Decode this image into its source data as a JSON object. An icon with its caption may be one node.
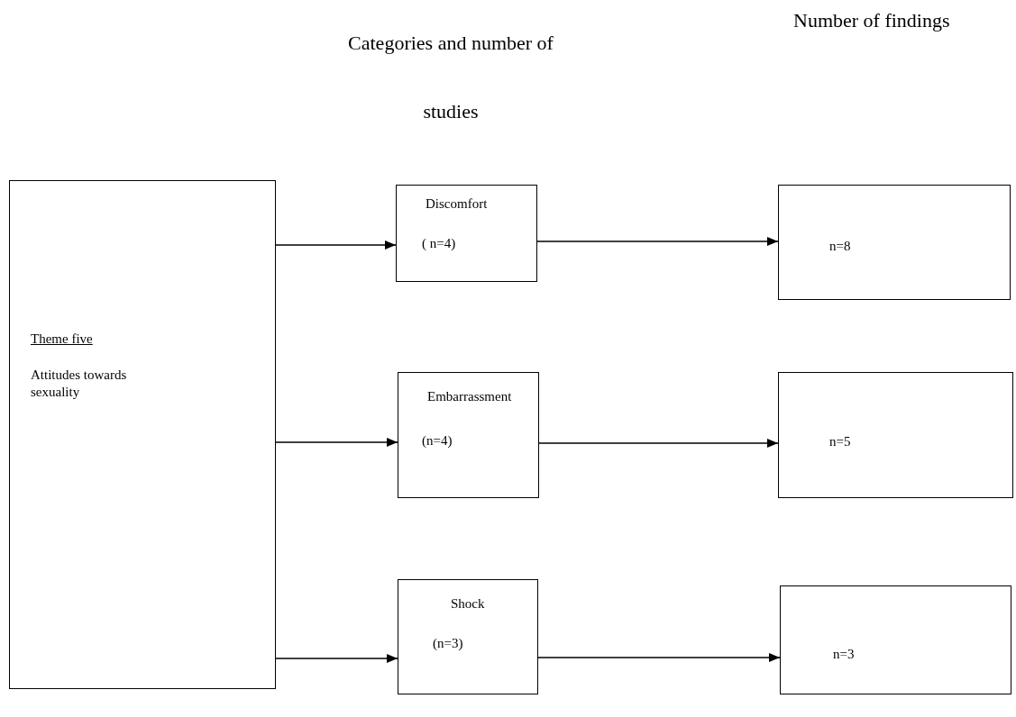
{
  "diagram": {
    "nodes": [
      {
        "text": [
          "Theme five",
          "Attitudes towards sexuality"
        ]
      },
      {
        "text": [
          "Discomfort",
          "( n=4)"
        ]
      },
      {
        "text": [
          "n=8"
        ]
      },
      {
        "text": [
          "Embarrassment",
          "(n=4)"
        ]
      },
      {
        "text": [
          "n=5"
        ]
      },
      {
        "text": [
          "Shock",
          "(n=3)"
        ]
      },
      {
        "text": [
          "n=3"
        ]
      }
    ],
    "edges": [
      {
        "from": 0,
        "to": 1,
        "arrow": "to"
      },
      {
        "from": 1,
        "to": 2,
        "arrow": "to"
      },
      {
        "from": 0,
        "to": 3,
        "arrow": "to"
      },
      {
        "from": 3,
        "to": 4,
        "arrow": "to"
      },
      {
        "from": 0,
        "to": 5,
        "arrow": "to"
      },
      {
        "from": 5,
        "to": 6,
        "arrow": "to"
      }
    ],
    "labels": [
      "Categories and number of studies",
      "Number of findings"
    ]
  }
}
